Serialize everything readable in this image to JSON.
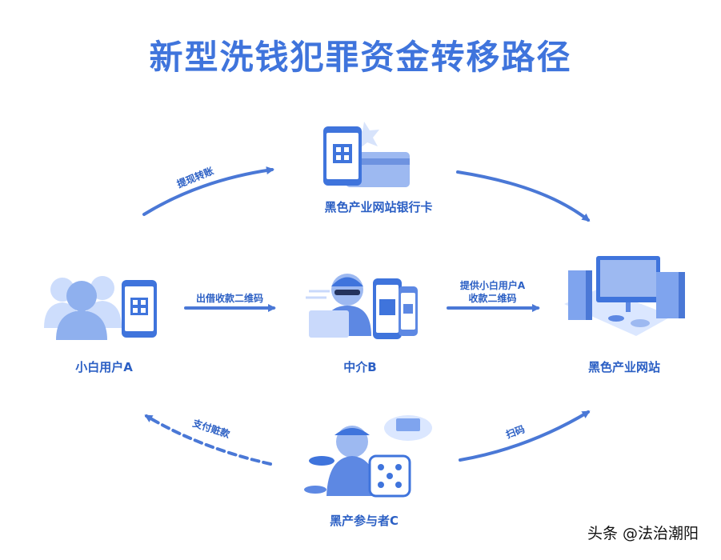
{
  "title": "新型洗钱犯罪资金转移路径",
  "nodes": {
    "bank_card": "黑色产业网站银行卡",
    "user_a": "小白用户A",
    "middleman_b": "中介B",
    "website": "黑色产业网站",
    "participant_c": "黑产参与者C"
  },
  "edges": {
    "withdraw": "提现转账",
    "lend_qr": "出借收款二维码",
    "provide_qr_line1": "提供小白用户A",
    "provide_qr_line2": "收款二维码",
    "pay_stolen": "支付赃款",
    "scan": "扫码"
  },
  "watermark": "头条 @法治潮阳",
  "colors": {
    "primary": "#3f74dc",
    "light": "#c9d9fb",
    "mid": "#7fa4ee",
    "dark": "#2a4f9e"
  }
}
